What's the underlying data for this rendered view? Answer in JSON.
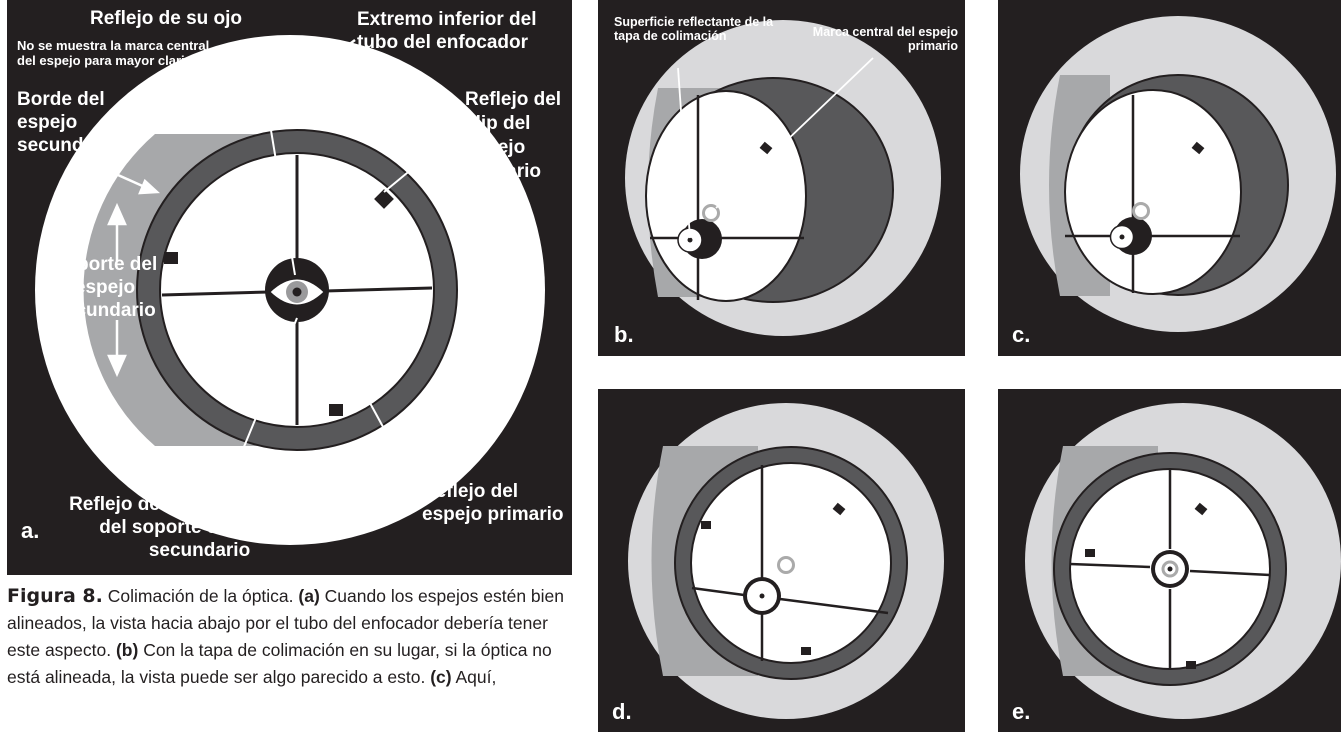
{
  "colors": {
    "panel_bg": "#231f20",
    "tube_light": "#d9d9db",
    "tube_white": "#ffffff",
    "secondary_shadow": "#a7a8aa",
    "mirror_ring": "#58585a",
    "mirror_face": "#ffffff",
    "center_ring": "#aaaaaa"
  },
  "panel_a": {
    "letter": "a.",
    "reflejo_ojo": "Reflejo de su ojo",
    "extremo_tubo": "Extremo inferior del tubo del enfocador",
    "no_se_muestra": "No se muestra la marca central del espejo para mayor claridad",
    "borde_secundario": "Borde del espejo secundario",
    "reflejo_clip": "Reflejo del clip del espejo primario",
    "soporte": "Soporte del espejo secundario",
    "reflejo_patas": "Reflejo de las patas de araña del soporte del espejo secundario",
    "reflejo_primario": "Reflejo del espejo primario"
  },
  "panel_b": {
    "letter": "b.",
    "superficie": "Superficie reflectante de la tapa de colimación",
    "marca_central": "Marca central del espejo primario"
  },
  "panel_c": {
    "letter": "c."
  },
  "panel_d": {
    "letter": "d."
  },
  "panel_e": {
    "letter": "e."
  },
  "caption": {
    "figure": "Figura 8.",
    "text_1": " Colimación de la óptica. ",
    "a_tag": "(a)",
    "text_2": " Cuando los espejos estén bien alineados, la vista hacia abajo por el tubo del enfocador debería tener este aspecto. ",
    "b_tag": "(b)",
    "text_3": " Con la tapa de colimación en su lugar, si la óptica no está alineada, la vista puede ser algo parecido a esto. ",
    "c_tag": "(c)",
    "text_4": " Aquí,"
  }
}
